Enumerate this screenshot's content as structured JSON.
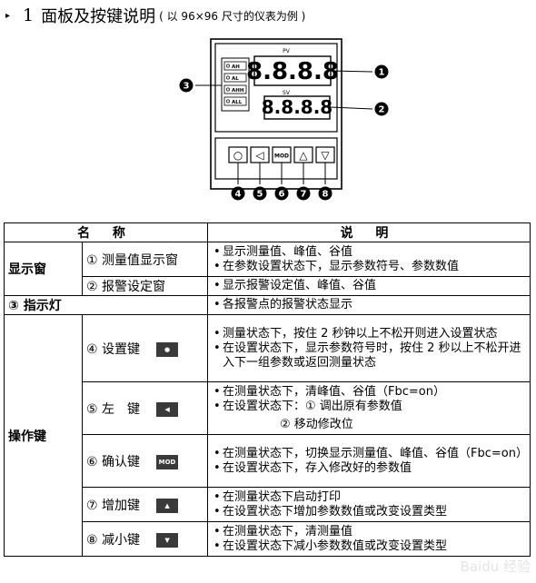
{
  "heading": {
    "bullet": "▸",
    "number": "1",
    "title": "面板及按键说明",
    "note": "( 以 96×96 尺寸的仪表为例 )"
  },
  "panel": {
    "pv_label": "PV",
    "sv_label": "SV",
    "pv_display": "8.8.8.8",
    "sv_display": "8.8.8.8",
    "indicators": [
      "AH",
      "AL",
      "AHH",
      "ALL"
    ],
    "keys": [
      "○",
      "◁",
      "MOD",
      "△",
      "▽"
    ],
    "callouts": [
      "①",
      "②",
      "③",
      "④",
      "⑤",
      "⑥",
      "⑦",
      "⑧"
    ]
  },
  "table": {
    "headers": [
      "名 称",
      "说 明"
    ],
    "display": {
      "category": "显示窗",
      "rows": [
        {
          "name": "① 测量值显示窗",
          "desc": [
            "显示测量值、峰值、谷值",
            "在参数设置状态下，显示参数符号、参数数值"
          ]
        },
        {
          "name": "② 报警设定窗",
          "desc": [
            "显示报警设定值、峰值、谷值"
          ]
        }
      ]
    },
    "indicator": {
      "name": "③ 指示灯",
      "desc": [
        "各报警点的报警状态显示"
      ]
    },
    "keys": {
      "category": "操作键",
      "rows": [
        {
          "name": "④ 设置键",
          "icon": "●",
          "desc": [
            "测量状态下，按住 2 秒钟以上不松开则进入设置状态",
            "在设置状态下，显示参数符号时，按住 2 秒以上不松开进入下一组参数或返回测量状态"
          ]
        },
        {
          "name": "⑤ 左　键",
          "icon": "◀",
          "desc": [
            "在测量状态下，清峰值、谷值（Fbc=on）",
            "在设置状态下：① 调出原有参数值"
          ],
          "sub": "② 移动修改位"
        },
        {
          "name": "⑥ 确认键",
          "icon": "MOD",
          "desc": [
            "在测量状态下，切换显示测量值、峰值、谷值（Fbc=on）",
            "在设置状态下，存入修改好的参数值"
          ]
        },
        {
          "name": "⑦ 增加键",
          "icon": "▲",
          "desc": [
            "在测量状态下启动打印",
            "在设置状态下增加参数数值或改变设置类型"
          ]
        },
        {
          "name": "⑧ 减小键",
          "icon": "▼",
          "desc": [
            "在测量状态下，清测量值",
            "在设置状态下减小参数数值或改变设置类型"
          ]
        }
      ]
    }
  },
  "watermark": "Baidu 经验"
}
